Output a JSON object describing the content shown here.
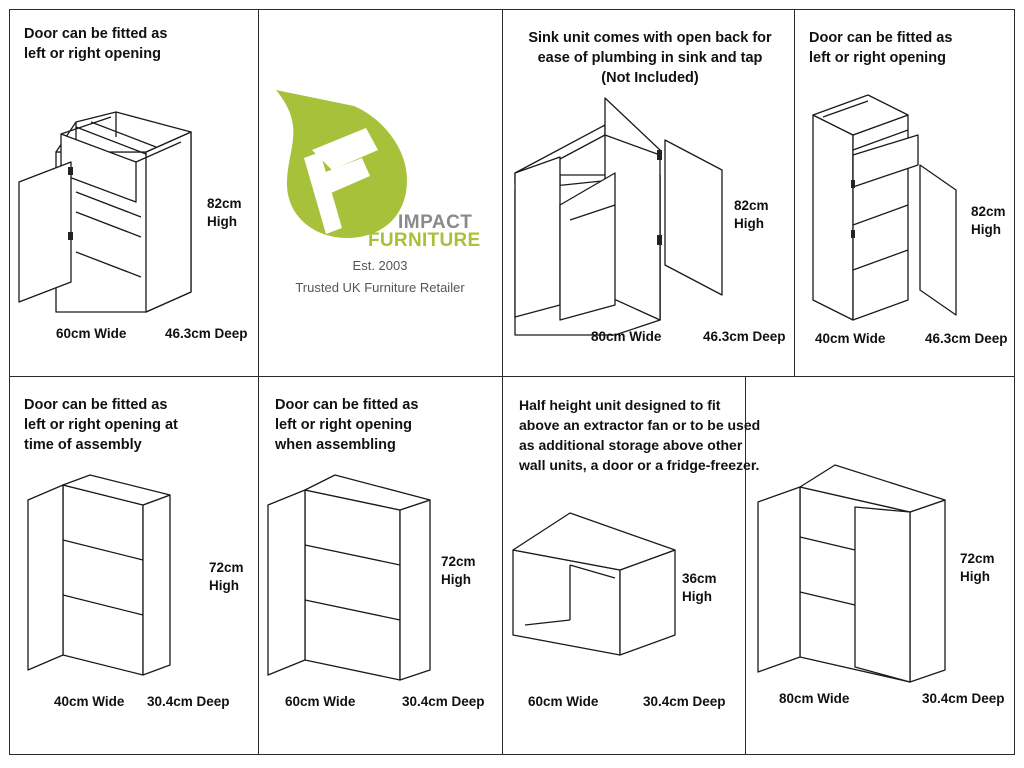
{
  "brand": {
    "line1": "IMPACT",
    "line2": "FURNITURE",
    "est": "Est. 2003",
    "tagline": "Trusted UK Furniture Retailer",
    "colors": {
      "green": "#a8c13a",
      "grey": "#8a8a8a"
    }
  },
  "panels": [
    {
      "caption": [
        "Door can be fitted as",
        "left or right opening"
      ],
      "height": [
        "82cm",
        "High"
      ],
      "width": "60cm Wide",
      "depth": "46.3cm Deep"
    },
    {
      "caption": [
        "Sink unit comes with open back for",
        "ease of plumbing in sink and tap",
        "(Not Included)"
      ],
      "height": [
        "82cm",
        "High"
      ],
      "width": "80cm Wide",
      "depth": "46.3cm Deep"
    },
    {
      "caption": [
        "Door can be fitted as",
        "left or right opening"
      ],
      "height": [
        "82cm",
        "High"
      ],
      "width": "40cm Wide",
      "depth": "46.3cm Deep"
    },
    {
      "caption": [
        "Door can be fitted as",
        "left or right opening at",
        "time of assembly"
      ],
      "height": [
        "72cm",
        "High"
      ],
      "width": "40cm Wide",
      "depth": "30.4cm Deep"
    },
    {
      "caption": [
        "Door can be fitted as",
        "left or right opening",
        "when assembling"
      ],
      "height": [
        "72cm",
        "High"
      ],
      "width": "60cm Wide",
      "depth": "30.4cm Deep"
    },
    {
      "caption": [
        "Half height unit designed to fit",
        "above an extractor fan or to be used",
        "as additional storage above other",
        "wall units, a door or a fridge-freezer."
      ],
      "height": [
        "36cm",
        "High"
      ],
      "width": "60cm Wide",
      "depth": "30.4cm Deep"
    },
    {
      "caption": [],
      "height": [
        "72cm",
        "High"
      ],
      "width": "80cm Wide",
      "depth": "30.4cm Deep"
    }
  ]
}
